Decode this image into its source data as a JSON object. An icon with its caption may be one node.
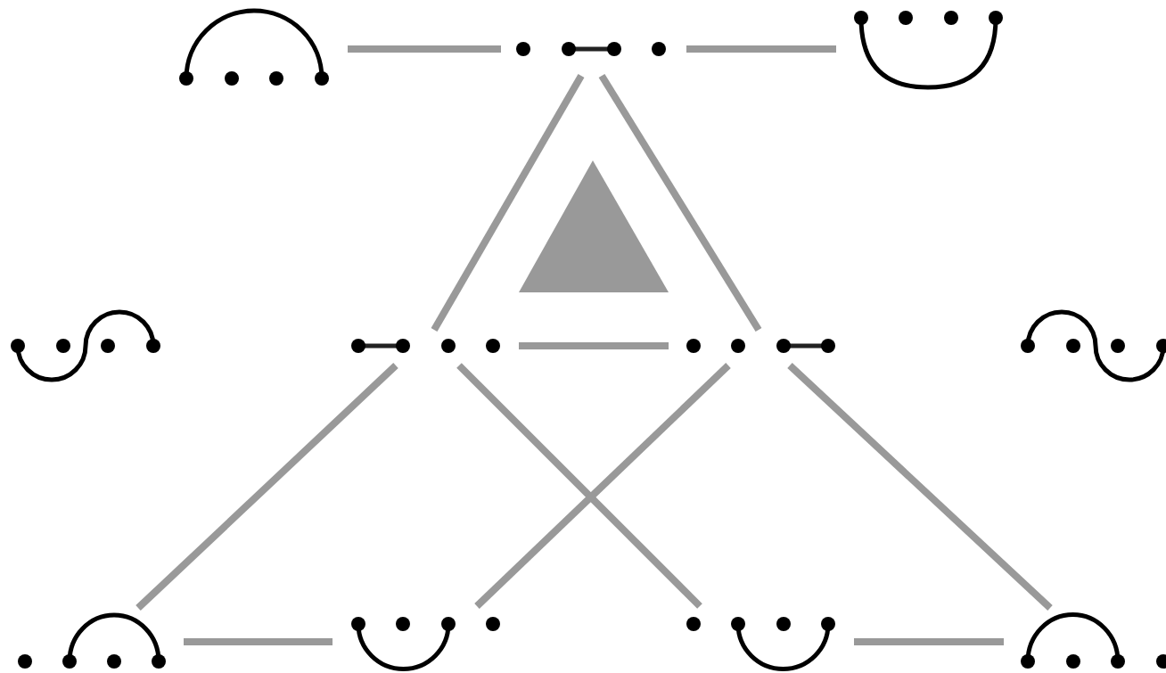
{
  "diagram": {
    "nodes": [
      {
        "text": [],
        "shape": "picture"
      },
      {
        "text": [],
        "shape": "picture"
      },
      {
        "text": [],
        "shape": "picture"
      },
      {
        "text": [],
        "shape": "picture"
      },
      {
        "text": [],
        "shape": "picture"
      },
      {
        "text": [],
        "shape": "picture"
      },
      {
        "text": [],
        "shape": "picture"
      },
      {
        "text": [],
        "shape": "picture"
      },
      {
        "text": [],
        "shape": "picture"
      },
      {
        "text": [],
        "shape": "picture"
      },
      {
        "text": [],
        "shape": "picture"
      }
    ],
    "edges": [
      {
        "from": 0,
        "to": 1,
        "arrow": "none"
      },
      {
        "from": 1,
        "to": 2,
        "arrow": "none"
      },
      {
        "from": 1,
        "to": 4,
        "arrow": "none"
      },
      {
        "from": 1,
        "to": 5,
        "arrow": "none"
      },
      {
        "from": 4,
        "to": 5,
        "arrow": "none"
      },
      {
        "from": 4,
        "to": 7,
        "arrow": "none"
      },
      {
        "from": 4,
        "to": 9,
        "arrow": "none"
      },
      {
        "from": 5,
        "to": 8,
        "arrow": "none"
      },
      {
        "from": 5,
        "to": 10,
        "arrow": "none"
      },
      {
        "from": 7,
        "to": 8,
        "arrow": "none"
      },
      {
        "from": 9,
        "to": 10,
        "arrow": "none"
      }
    ]
  }
}
